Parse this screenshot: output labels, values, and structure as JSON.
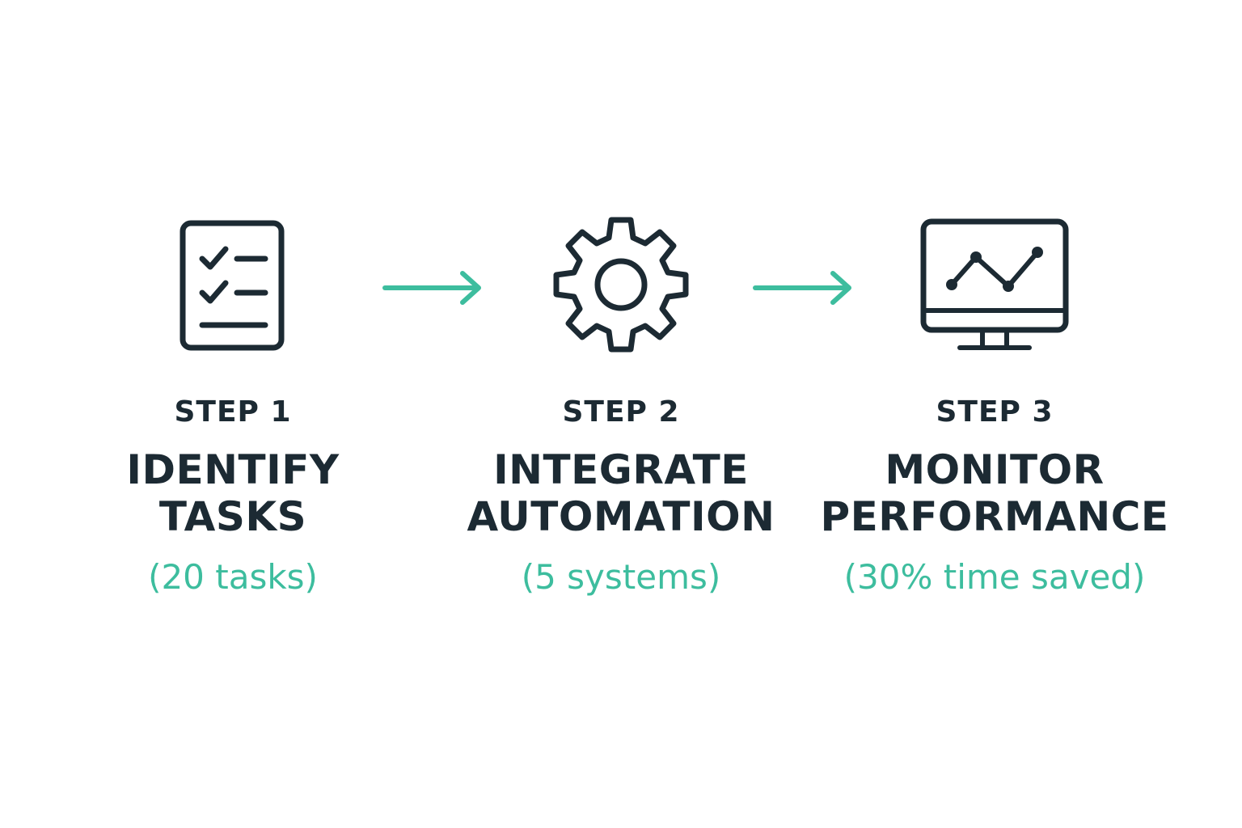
{
  "colors": {
    "text": "#1c2a33",
    "accent": "#3dbd9e",
    "background": "#ffffff"
  },
  "steps": [
    {
      "label": "STEP 1",
      "title_line1": "IDENTIFY",
      "title_line2": "TASKS",
      "metric": "(20 tasks)",
      "icon": "checklist-icon"
    },
    {
      "label": "STEP 2",
      "title_line1": "INTEGRATE",
      "title_line2": "AUTOMATION",
      "metric": "(5 systems)",
      "icon": "gear-icon"
    },
    {
      "label": "STEP 3",
      "title_line1": "MONITOR",
      "title_line2": "PERFORMANCE",
      "metric": "(30% time saved)",
      "icon": "monitor-chart-icon"
    }
  ],
  "connectors": [
    {
      "icon": "arrow-right-icon"
    },
    {
      "icon": "arrow-right-icon"
    }
  ]
}
